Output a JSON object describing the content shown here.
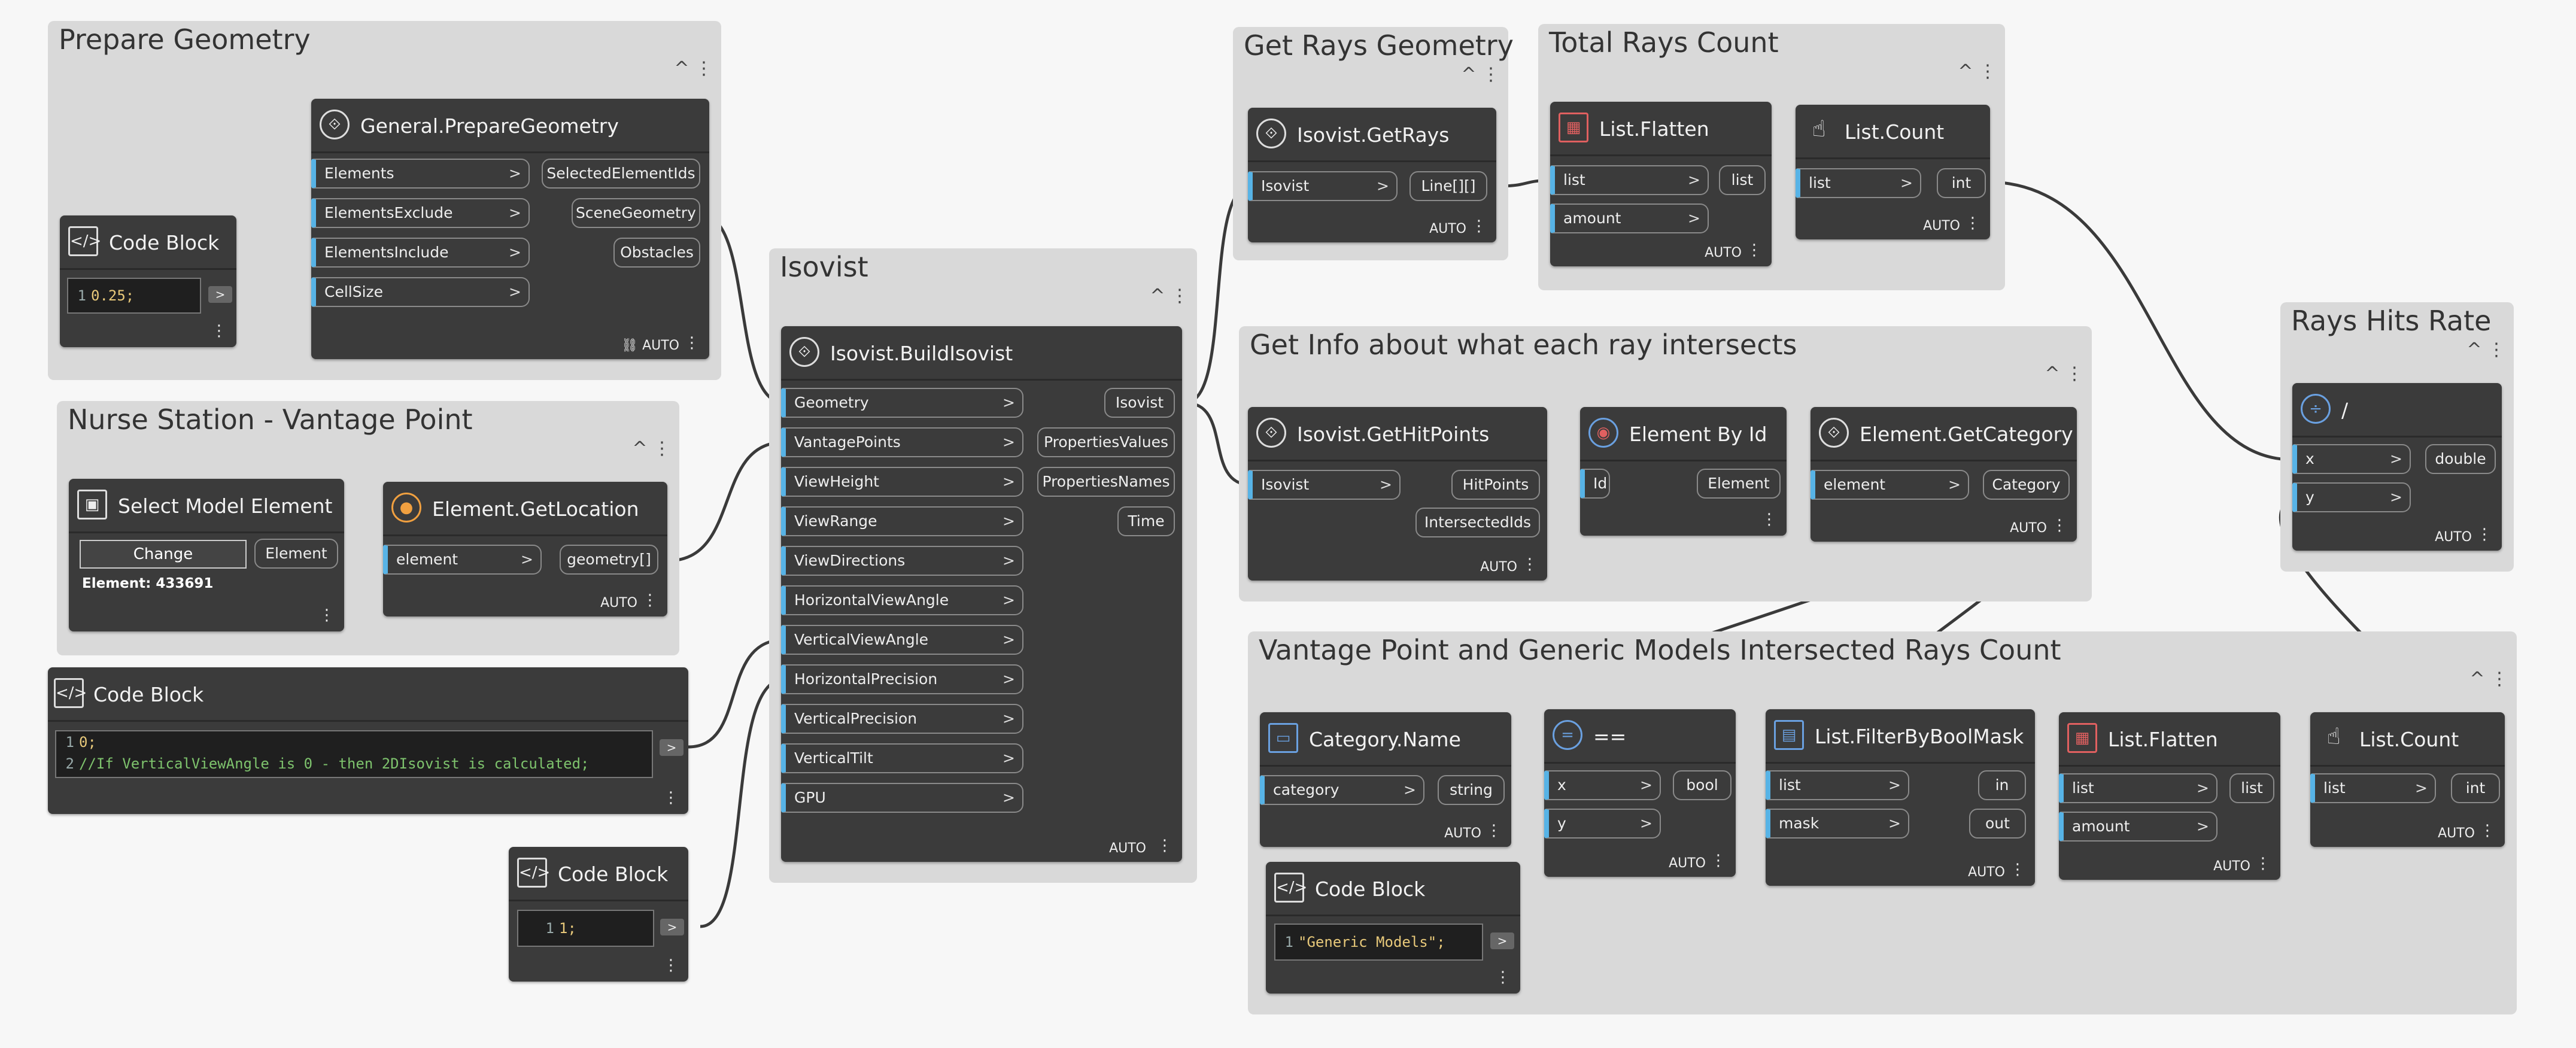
{
  "groups": {
    "prepare": {
      "title": "Prepare Geometry"
    },
    "nurse": {
      "title": "Nurse Station - Vantage Point"
    },
    "isovist": {
      "title": "Isovist"
    },
    "getrays": {
      "title": "Get Rays Geometry"
    },
    "totalrays": {
      "title": "Total Rays Count"
    },
    "getinfo": {
      "title": "Get Info about what each ray intersects"
    },
    "hitsrate": {
      "title": "Rays Hits  Rate"
    },
    "vantage": {
      "title": "Vantage Point and Generic Models Intersected Rays Count"
    }
  },
  "nodes": {
    "prepgeom": {
      "title": "General.PrepareGeometry",
      "inputs": [
        "Elements",
        "ElementsExclude",
        "ElementsInclude",
        "CellSize"
      ],
      "outputs": [
        "SelectedElementIds",
        "SceneGeometry",
        "Obstacles"
      ],
      "lacing": "AUTO"
    },
    "cb1": {
      "title": "Code Block",
      "line1": "0.25;",
      "ln1": "1"
    },
    "selmodel": {
      "title": "Select Model Element",
      "button": "Change",
      "output": "Element",
      "info": "Element: 433691"
    },
    "getloc": {
      "title": "Element.GetLocation",
      "input": "element",
      "output": "geometry[]",
      "lacing": "AUTO"
    },
    "cb2": {
      "title": "Code Block",
      "ln1": "1",
      "ln2": "2",
      "line1": "0;",
      "line2": "//If VerticalViewAngle is 0 - then 2DIsovist is calculated;"
    },
    "cb3": {
      "title": "Code Block",
      "ln1": "1",
      "line1": "1;"
    },
    "build": {
      "title": "Isovist.BuildIsovist",
      "inputs": [
        "Geometry",
        "VantagePoints",
        "ViewHeight",
        "ViewRange",
        "ViewDirections",
        "HorizontalViewAngle",
        "VerticalViewAngle",
        "HorizontalPrecision",
        "VerticalPrecision",
        "VerticalTilt",
        "GPU"
      ],
      "outputs": [
        "Isovist",
        "PropertiesValues",
        "PropertiesNames",
        "Time"
      ],
      "lacing": "AUTO"
    },
    "getrays": {
      "title": "Isovist.GetRays",
      "input": "Isovist",
      "output": "Line[][]",
      "lacing": "AUTO"
    },
    "flatten1": {
      "title": "List.Flatten",
      "inputs": [
        "list",
        "amount"
      ],
      "output": "list",
      "lacing": "AUTO"
    },
    "count1": {
      "title": "List.Count",
      "input": "list",
      "output": "int",
      "lacing": "AUTO"
    },
    "hitpoints": {
      "title": "Isovist.GetHitPoints",
      "input": "Isovist",
      "outputs": [
        "HitPoints",
        "IntersectedIds"
      ],
      "lacing": "AUTO"
    },
    "elembyid": {
      "title": "Element By Id",
      "input": "Id",
      "output": "Element"
    },
    "getcat": {
      "title": "Element.GetCategory",
      "input": "element",
      "output": "Category",
      "lacing": "AUTO"
    },
    "divide": {
      "title": "/",
      "inputs": [
        "x",
        "y"
      ],
      "output": "double",
      "lacing": "AUTO"
    },
    "catname": {
      "title": "Category.Name",
      "input": "category",
      "output": "string",
      "lacing": "AUTO"
    },
    "eq": {
      "title": "==",
      "inputs": [
        "x",
        "y"
      ],
      "output": "bool",
      "lacing": "AUTO"
    },
    "filter": {
      "title": "List.FilterByBoolMask",
      "inputs": [
        "list",
        "mask"
      ],
      "outputs": [
        "in",
        "out"
      ],
      "lacing": "AUTO"
    },
    "flatten2": {
      "title": "List.Flatten",
      "inputs": [
        "list",
        "amount"
      ],
      "output": "list",
      "lacing": "AUTO"
    },
    "count2": {
      "title": "List.Count",
      "input": "list",
      "output": "int",
      "lacing": "AUTO"
    },
    "cb4": {
      "title": "Code Block",
      "ln1": "1",
      "line1": "\"Generic Models\";"
    }
  },
  "colors": {
    "wire": "#3a3a3a",
    "inputBar": "#57b3e6",
    "node": "#3b3b3b",
    "group": "#d9d9d9"
  }
}
